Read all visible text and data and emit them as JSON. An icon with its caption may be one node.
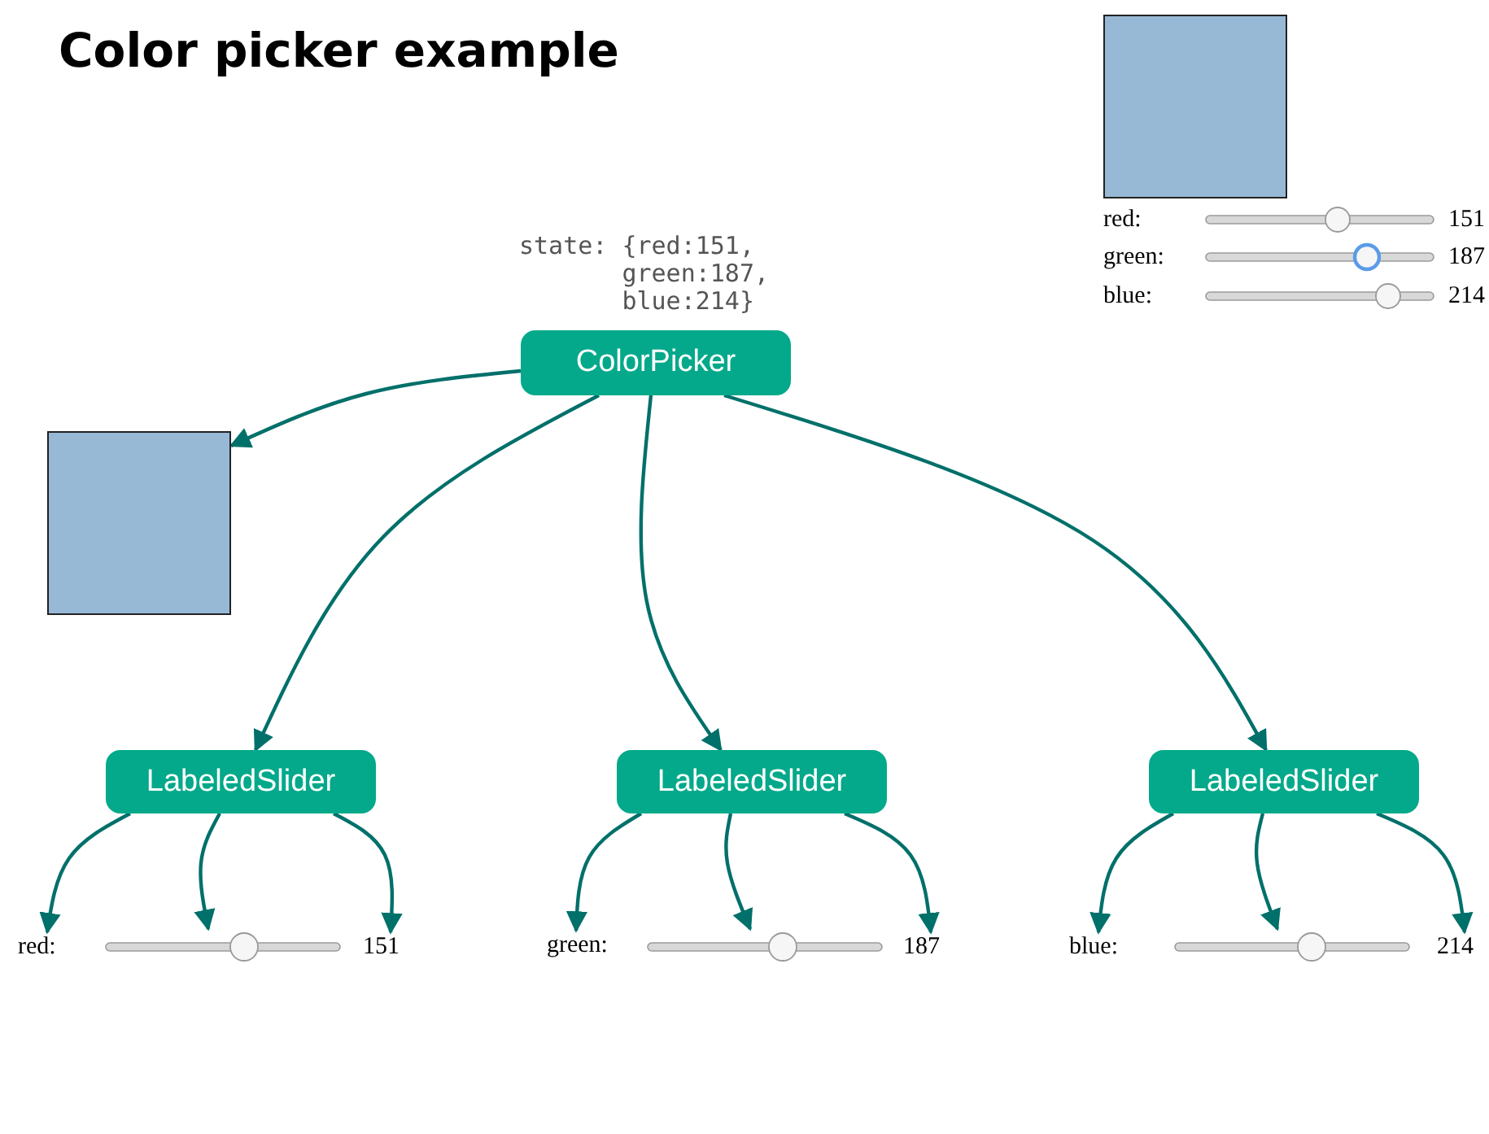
{
  "diagram": {
    "title": "Color picker example",
    "nodes": [
      {
        "text": [
          "ColorPicker"
        ],
        "beside": [
          "state: {red:151, green:187, blue:214}"
        ]
      },
      {
        "text": [],
        "shape": "box"
      },
      {
        "text": [
          "LabeledSlider"
        ]
      },
      {
        "text": [
          "LabeledSlider"
        ]
      },
      {
        "text": [
          "LabeledSlider"
        ]
      },
      {
        "text": [
          "red:"
        ]
      },
      {
        "text": [],
        "shape": "bar"
      },
      {
        "text": [
          "151"
        ]
      },
      {
        "text": [
          "green:"
        ]
      },
      {
        "text": [],
        "shape": "bar"
      },
      {
        "text": [
          "187"
        ]
      },
      {
        "text": [
          "blue:"
        ]
      },
      {
        "text": [],
        "shape": "bar"
      },
      {
        "text": [
          "214"
        ]
      }
    ],
    "edges": [
      {
        "from": 0,
        "to": 1,
        "arrow": "to"
      },
      {
        "from": 0,
        "to": 2,
        "arrow": "to"
      },
      {
        "from": 0,
        "to": 3,
        "arrow": "to"
      },
      {
        "from": 0,
        "to": 4,
        "arrow": "to"
      },
      {
        "from": 2,
        "to": 5,
        "arrow": "to"
      },
      {
        "from": 2,
        "to": 6,
        "arrow": "to"
      },
      {
        "from": 2,
        "to": 7,
        "arrow": "to"
      },
      {
        "from": 3,
        "to": 8,
        "arrow": "to"
      },
      {
        "from": 3,
        "to": 9,
        "arrow": "to"
      },
      {
        "from": 3,
        "to": 10,
        "arrow": "to"
      },
      {
        "from": 4,
        "to": 11,
        "arrow": "to"
      },
      {
        "from": 4,
        "to": 12,
        "arrow": "to"
      },
      {
        "from": 4,
        "to": 13,
        "arrow": "to"
      }
    ],
    "labels": [
      "red:",
      "151",
      "green:",
      "187",
      "blue:",
      "214"
    ]
  }
}
